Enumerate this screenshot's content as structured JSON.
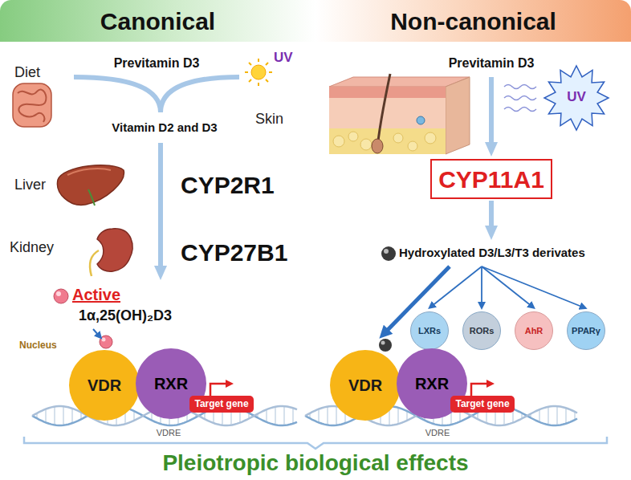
{
  "diagram": {
    "nodes": [
      {
        "text": [
          "Canonical"
        ]
      },
      {
        "text": [
          "Non-canonical"
        ]
      },
      {
        "text": [
          "CYP11A1"
        ]
      },
      {
        "text": [
          "LXRs"
        ]
      },
      {
        "text": [
          "RORs"
        ]
      },
      {
        "text": [
          "AhR"
        ]
      },
      {
        "text": [
          "PPARγ"
        ]
      },
      {
        "text": [
          "VDR"
        ]
      },
      {
        "text": [
          "RXR"
        ]
      },
      {
        "text": [
          "Target gene"
        ]
      },
      {
        "text": [
          "VDR"
        ]
      },
      {
        "text": [
          "RXR"
        ]
      },
      {
        "text": [
          "Target gene"
        ]
      }
    ],
    "labels": [
      "Diet",
      "Previtamin D3",
      "UV",
      "Skin",
      "Vitamin D2 and D3",
      "Liver",
      "CYP2R1",
      "Kidney",
      "CYP27B1",
      "Active",
      "1α,25(OH)₂D3",
      "Nucleus",
      "VDRE",
      "Previtamin D3",
      "UV",
      "Hydroxylated D3/L3/T3 derivates",
      "VDRE",
      "Pleiotropic biological effects"
    ]
  }
}
